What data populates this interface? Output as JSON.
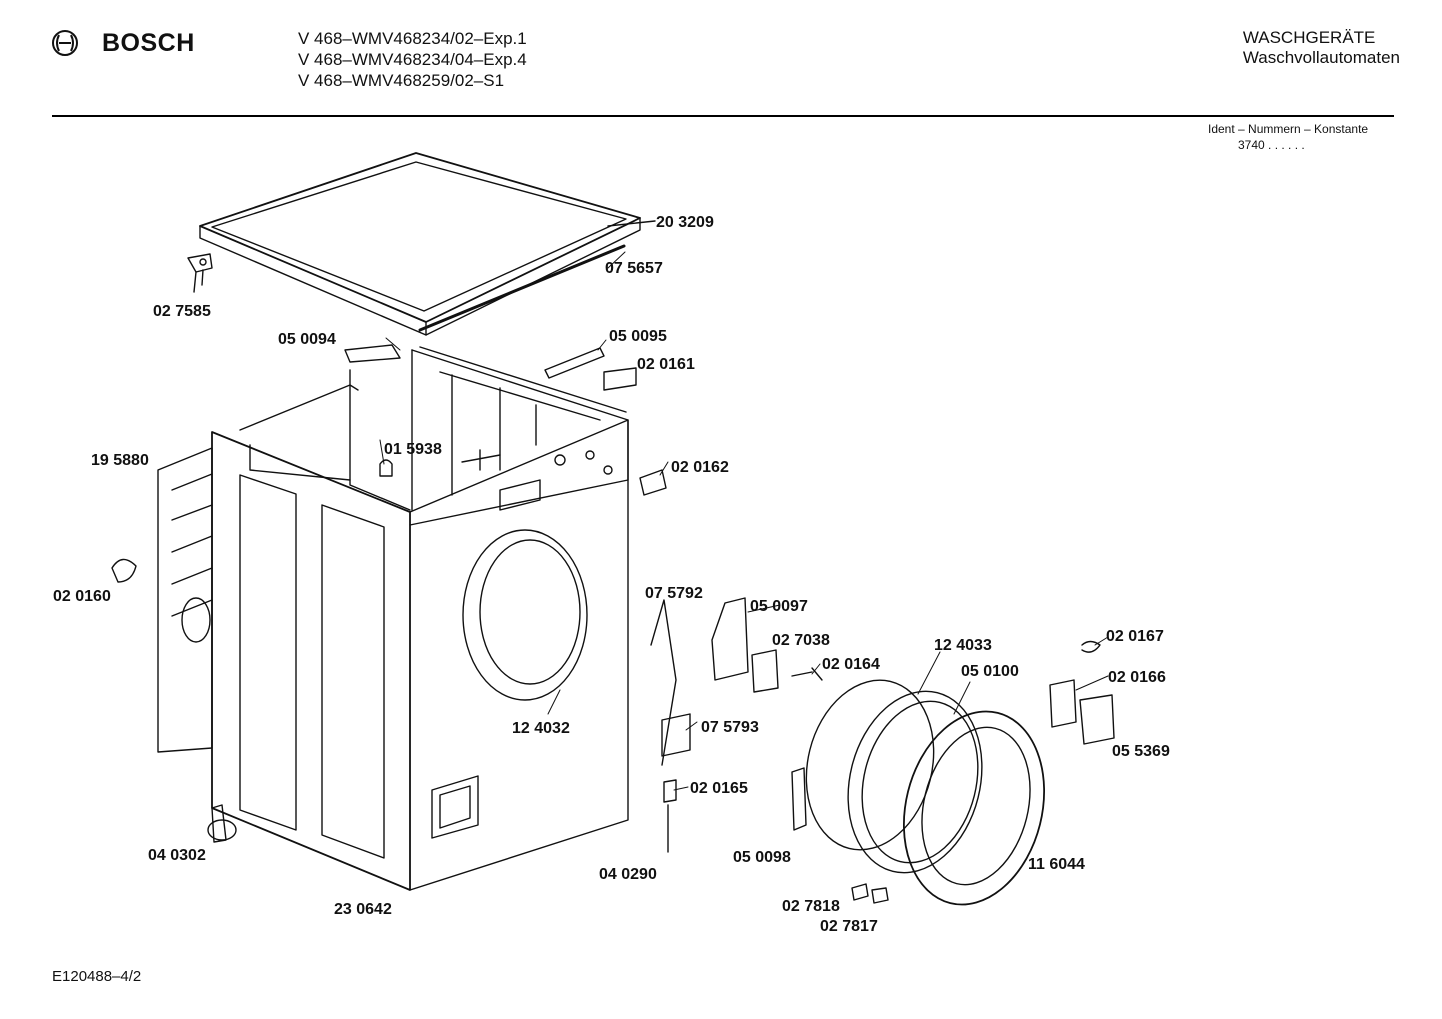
{
  "header": {
    "brand": "BOSCH",
    "models": [
      "V 468–WMV468234/02–Exp.1",
      "V 468–WMV468234/04–Exp.4",
      "V 468–WMV468259/02–S1"
    ],
    "category_line1": "WASCHGERÄTE",
    "category_line2": "Waschvollautomaten",
    "ident_label": "Ident – Nummern – Konstante",
    "ident_code": "3740  .  .  .  .  .  ."
  },
  "footer": {
    "doc_id": "E120488–4/2"
  },
  "parts": [
    {
      "id": "p-203209",
      "label": "20 3209"
    },
    {
      "id": "p-075657",
      "label": "07 5657"
    },
    {
      "id": "p-027585",
      "label": "02 7585"
    },
    {
      "id": "p-050094",
      "label": "05 0094"
    },
    {
      "id": "p-050095",
      "label": "05 0095"
    },
    {
      "id": "p-020161",
      "label": "02 0161"
    },
    {
      "id": "p-195880",
      "label": "19 5880"
    },
    {
      "id": "p-015938",
      "label": "01 5938"
    },
    {
      "id": "p-020162",
      "label": "02 0162"
    },
    {
      "id": "p-020160",
      "label": "02 0160"
    },
    {
      "id": "p-075792",
      "label": "07 5792"
    },
    {
      "id": "p-050097",
      "label": "05 0097"
    },
    {
      "id": "p-027038",
      "label": "02 7038"
    },
    {
      "id": "p-020164",
      "label": "02 0164"
    },
    {
      "id": "p-124033",
      "label": "12 4033"
    },
    {
      "id": "p-050100",
      "label": "05 0100"
    },
    {
      "id": "p-020167",
      "label": "02 0167"
    },
    {
      "id": "p-020166",
      "label": "02 0166"
    },
    {
      "id": "p-124032",
      "label": "12 4032"
    },
    {
      "id": "p-075793",
      "label": "07 5793"
    },
    {
      "id": "p-055369",
      "label": "05 5369"
    },
    {
      "id": "p-020165",
      "label": "02 0165"
    },
    {
      "id": "p-040302",
      "label": "04 0302"
    },
    {
      "id": "p-050098",
      "label": "05 0098"
    },
    {
      "id": "p-116044",
      "label": "11 6044"
    },
    {
      "id": "p-040290",
      "label": "04 0290"
    },
    {
      "id": "p-027818",
      "label": "02 7818"
    },
    {
      "id": "p-230642",
      "label": "23 0642"
    },
    {
      "id": "p-027817",
      "label": "02 7817"
    }
  ]
}
